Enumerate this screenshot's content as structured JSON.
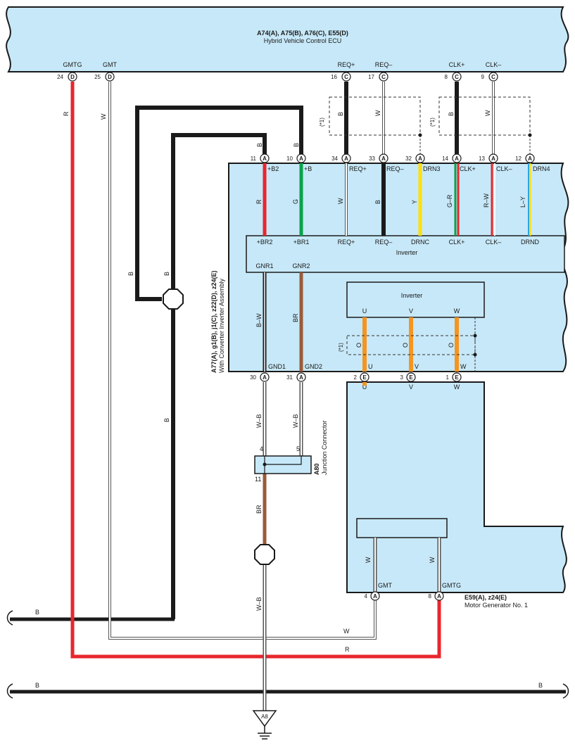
{
  "ecu": {
    "ids": "A74(A), A75(B), A76(C), E55(D)",
    "name": "Hybrid Vehicle Control ECU",
    "pins": [
      {
        "name": "GMTG",
        "num": "24",
        "code": "D"
      },
      {
        "name": "GMT",
        "num": "25",
        "code": "D"
      },
      {
        "name": "REQ+",
        "num": "16",
        "code": "C"
      },
      {
        "name": "REQ–",
        "num": "17",
        "code": "C"
      },
      {
        "name": "CLK+",
        "num": "8",
        "code": "C"
      },
      {
        "name": "CLK–",
        "num": "9",
        "code": "C"
      }
    ]
  },
  "inverter_assembly": {
    "ids": "A77(A), g1(B), j1(C), z22(D), z24(E)",
    "name": "With Converter Inverter Assembly",
    "top_pins": [
      {
        "num": "11",
        "code": "A",
        "label": "+B2",
        "color": "R",
        "inner": "+BR2"
      },
      {
        "num": "10",
        "code": "A",
        "label": "+B",
        "color": "G",
        "inner": "+BR1"
      },
      {
        "num": "34",
        "code": "A",
        "label": "REQ+",
        "color": "W",
        "inner": "REQ+"
      },
      {
        "num": "33",
        "code": "A",
        "label": "REQ–",
        "color": "B",
        "inner": "REQ–"
      },
      {
        "num": "32",
        "code": "A",
        "label": "DRN3",
        "color": "Y",
        "inner": "DRNC"
      },
      {
        "num": "14",
        "code": "A",
        "label": "CLK+",
        "color": "G–R",
        "inner": "CLK+"
      },
      {
        "num": "13",
        "code": "A",
        "label": "CLK–",
        "color": "R–W",
        "inner": "CLK–"
      },
      {
        "num": "12",
        "code": "A",
        "label": "DRN4",
        "color": "L–Y",
        "inner": "DRND"
      }
    ],
    "inverter_label": "Inverter",
    "inner_gnd": [
      "GNR1",
      "GNR2"
    ],
    "gnd_wire_colors": [
      "B–W",
      "BR"
    ],
    "bottom_pins": [
      {
        "num": "30",
        "code": "A",
        "label": "GND1"
      },
      {
        "num": "31",
        "code": "A",
        "label": "GND2"
      },
      {
        "num": "2",
        "code": "E",
        "label": "U"
      },
      {
        "num": "3",
        "code": "E",
        "label": "V"
      },
      {
        "num": "1",
        "code": "E",
        "label": "W"
      }
    ],
    "sub_inverter": {
      "label": "Inverter",
      "phases": [
        "U",
        "V",
        "W"
      ],
      "wire_color": "O",
      "note": "(*1)"
    }
  },
  "motor_generator": {
    "ids": "E59(A), z24(E)",
    "name": "Motor Generator No. 1",
    "phase_labels": [
      "U",
      "V",
      "W"
    ],
    "pins": [
      {
        "num": "4",
        "code": "A",
        "label": "GMT"
      },
      {
        "num": "8",
        "code": "A",
        "label": "GMTG"
      }
    ],
    "inner_wire_colors": [
      "W",
      "W"
    ]
  },
  "junction": {
    "id": "A80",
    "name": "Junction Connector",
    "pins": [
      "4",
      "5",
      "11"
    ]
  },
  "wires": {
    "ecu_gmtg": "R",
    "ecu_gmt": "W",
    "req_plus": "B",
    "req_minus": "W",
    "clk_plus": "B",
    "clk_minus": "W",
    "shield_note": "(*1)",
    "power_b_left": "B",
    "power_b_mid": "B",
    "power_b_low": "B",
    "power_b_top1": "B",
    "power_b_top2": "B",
    "gnd1_wb": "W–B",
    "gnd2_wb": "W–B",
    "junc_br": "BR",
    "to_ground": "W–B",
    "bus_b1": "B",
    "bus_b2": "B",
    "bus_b3": "B",
    "gmt_return": "W",
    "gmtg_return": "R"
  },
  "ground": {
    "id": "A8"
  },
  "colors": {
    "panel": "#c7e8f8",
    "red": "#e8262c",
    "black": "#1a1a1a",
    "green": "#0aa24a",
    "yellow": "#ffe000",
    "orange": "#f5951f",
    "brown": "#9a5a3a",
    "blue": "#2aa6e0"
  }
}
